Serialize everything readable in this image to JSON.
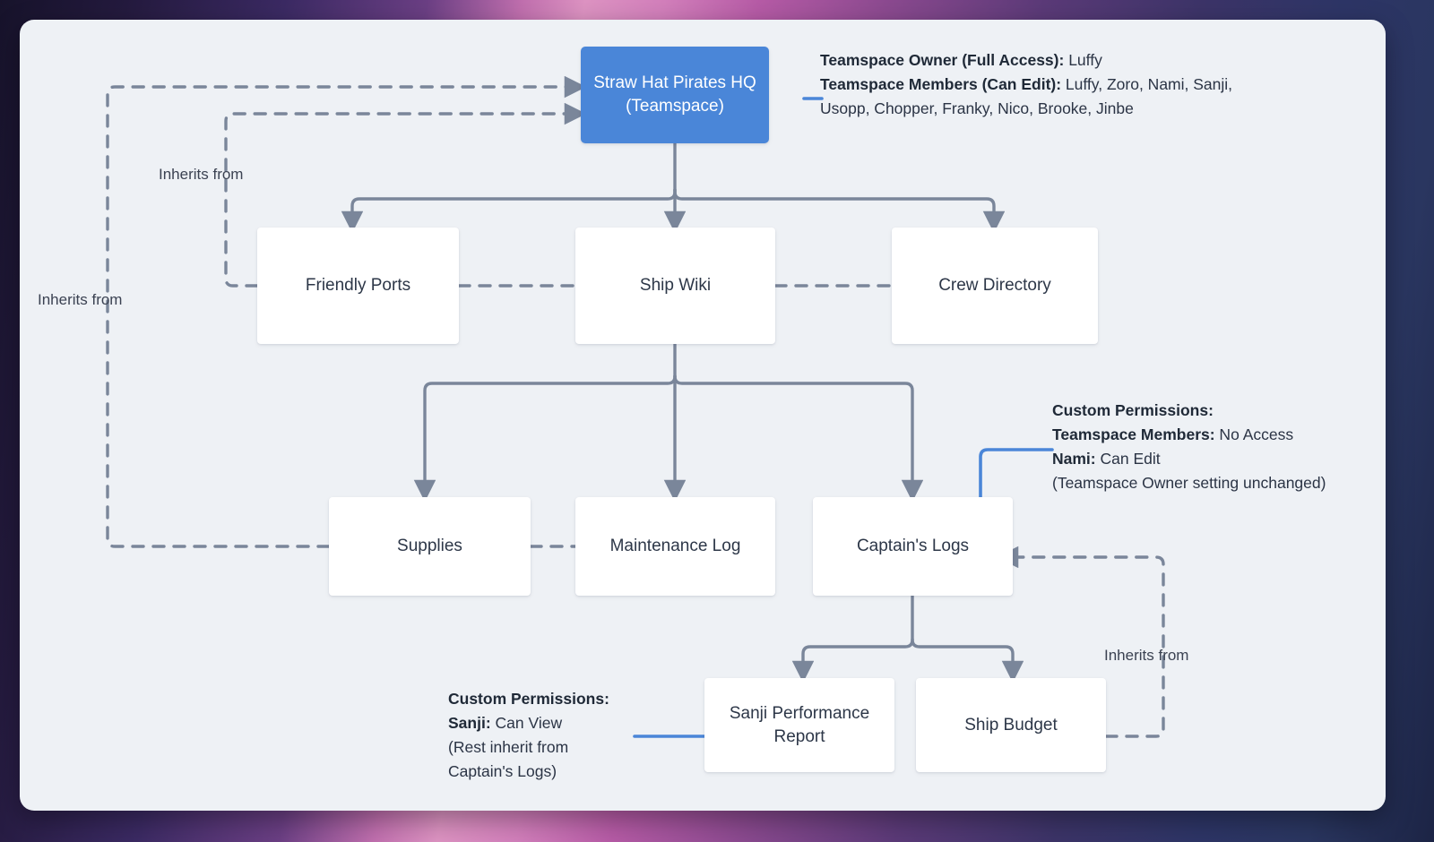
{
  "diagram": {
    "title": "Straw Hat Pirates HQ permissions hierarchy",
    "colors": {
      "root_fill": "#4a86d8",
      "node_fill": "#ffffff",
      "canvas_bg": "#eef1f5",
      "connector": "#7a869a",
      "accent_line": "#4a86d8",
      "text": "#2d3748"
    },
    "nodes": {
      "root": {
        "line1": "Straw Hat Pirates HQ",
        "line2": "(Teamspace)"
      },
      "friendly_ports": {
        "label": "Friendly Ports"
      },
      "ship_wiki": {
        "label": "Ship Wiki"
      },
      "crew_directory": {
        "label": "Crew Directory"
      },
      "supplies": {
        "label": "Supplies"
      },
      "maintenance_log": {
        "label": "Maintenance Log"
      },
      "captains_logs": {
        "label": "Captain's Logs"
      },
      "sanji_report": {
        "line1": "Sanji Performance",
        "line2": "Report"
      },
      "ship_budget": {
        "label": "Ship Budget"
      }
    },
    "edge_labels": {
      "inherits_left_far": "Inherits from",
      "inherits_left_near": "Inherits from",
      "inherits_right": "Inherits from"
    },
    "annotations": {
      "root": {
        "line1_bold": "Teamspace Owner (Full Access):",
        "line1_rest": " Luffy",
        "line2_bold": "Teamspace Members (Can Edit):",
        "line2_rest": " Luffy, Zoro, Nami, Sanji,",
        "line3": "Usopp, Chopper, Franky, Nico, Brooke, Jinbe"
      },
      "captains_logs": {
        "line1_bold": "Custom Permissions:",
        "line2_bold": "Teamspace Members:",
        "line2_rest": " No Access",
        "line3_bold": "Nami:",
        "line3_rest": " Can Edit",
        "line4": "(Teamspace Owner setting unchanged)"
      },
      "sanji_report": {
        "line1_bold": "Custom Permissions:",
        "line2_bold": "Sanji:",
        "line2_rest": " Can View",
        "line3": "(Rest inherit from",
        "line4": "Captain's Logs)"
      }
    }
  }
}
